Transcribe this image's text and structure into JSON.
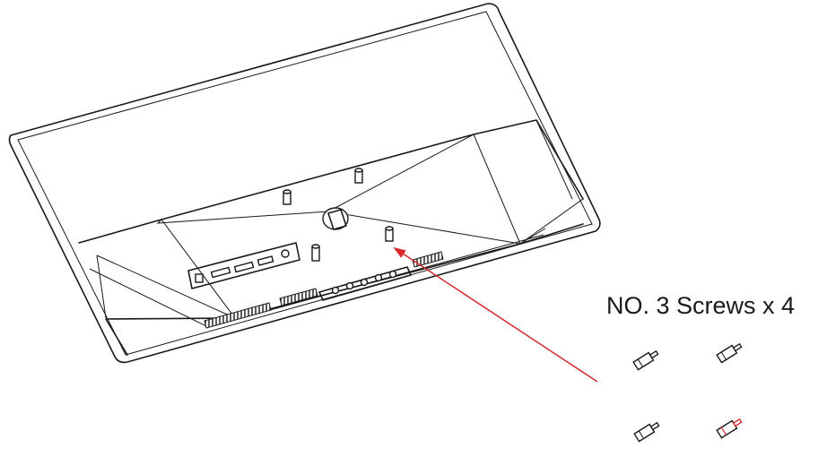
{
  "callout": {
    "label": "NO. 3 Screws x 4",
    "arrow_color": "#d62a2a"
  },
  "monitor": {
    "standoff_count": 4,
    "vent_groups": 3,
    "port_count": 5,
    "button_count": 5
  },
  "screws": {
    "count": 4,
    "highlight_color": "#d62a2a"
  }
}
